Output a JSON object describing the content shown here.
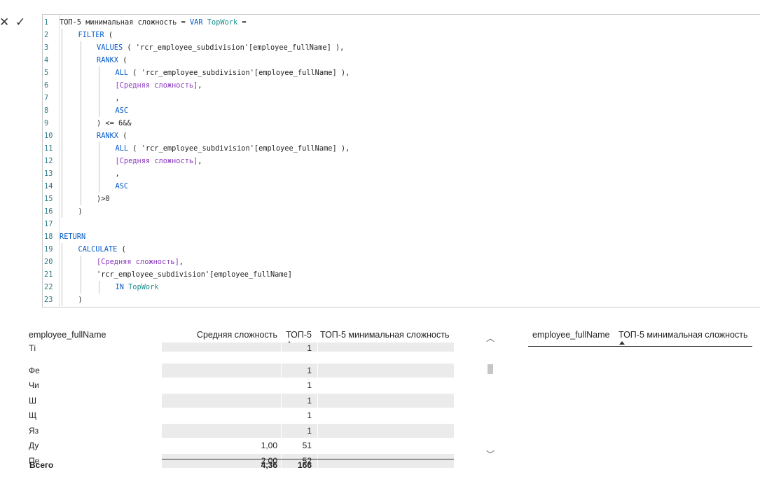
{
  "formula_bar": {
    "cancel_label": "✕",
    "commit_label": "✓",
    "lines": [
      {
        "n": "1",
        "segs": [
          {
            "t": "ТОП-5 минимальная сложность = ",
            "c": ""
          },
          {
            "t": "VAR ",
            "c": "kw"
          },
          {
            "t": "TopWork",
            "c": "var"
          },
          {
            "t": " =",
            "c": ""
          }
        ],
        "indent": 0
      },
      {
        "n": "2",
        "segs": [
          {
            "t": "FILTER",
            "c": "fn"
          },
          {
            "t": " (",
            "c": ""
          }
        ],
        "indent": 1
      },
      {
        "n": "3",
        "segs": [
          {
            "t": "VALUES",
            "c": "fn"
          },
          {
            "t": " ( 'rcr_employee_subdivision'[employee_fullName] ),",
            "c": ""
          }
        ],
        "indent": 2
      },
      {
        "n": "4",
        "segs": [
          {
            "t": "RANKX",
            "c": "fn"
          },
          {
            "t": " (",
            "c": ""
          }
        ],
        "indent": 2
      },
      {
        "n": "5",
        "segs": [
          {
            "t": "ALL",
            "c": "fn"
          },
          {
            "t": " ( 'rcr_employee_subdivision'[employee_fullName] ),",
            "c": ""
          }
        ],
        "indent": 3
      },
      {
        "n": "6",
        "segs": [
          {
            "t": "[Средняя сложность]",
            "c": "meas"
          },
          {
            "t": ",",
            "c": ""
          }
        ],
        "indent": 3
      },
      {
        "n": "7",
        "segs": [
          {
            "t": ",",
            "c": ""
          }
        ],
        "indent": 3
      },
      {
        "n": "8",
        "segs": [
          {
            "t": "ASC",
            "c": "kw"
          }
        ],
        "indent": 3
      },
      {
        "n": "9",
        "segs": [
          {
            "t": ") <= 6&&",
            "c": ""
          }
        ],
        "indent": 2
      },
      {
        "n": "10",
        "segs": [
          {
            "t": "RANKX",
            "c": "fn"
          },
          {
            "t": " (",
            "c": ""
          }
        ],
        "indent": 2
      },
      {
        "n": "11",
        "segs": [
          {
            "t": "ALL",
            "c": "fn"
          },
          {
            "t": " ( 'rcr_employee_subdivision'[employee_fullName] ),",
            "c": ""
          }
        ],
        "indent": 3
      },
      {
        "n": "12",
        "segs": [
          {
            "t": "[Средняя сложность]",
            "c": "meas"
          },
          {
            "t": ",",
            "c": ""
          }
        ],
        "indent": 3
      },
      {
        "n": "13",
        "segs": [
          {
            "t": ",",
            "c": ""
          }
        ],
        "indent": 3
      },
      {
        "n": "14",
        "segs": [
          {
            "t": "ASC",
            "c": "kw"
          }
        ],
        "indent": 3
      },
      {
        "n": "15",
        "segs": [
          {
            "t": ")>0",
            "c": ""
          }
        ],
        "indent": 2
      },
      {
        "n": "16",
        "segs": [
          {
            "t": ")",
            "c": ""
          }
        ],
        "indent": 1
      },
      {
        "n": "17",
        "segs": [],
        "indent": 0
      },
      {
        "n": "18",
        "segs": [
          {
            "t": "RETURN",
            "c": "kw"
          }
        ],
        "indent": 0
      },
      {
        "n": "19",
        "segs": [
          {
            "t": "CALCULATE",
            "c": "fn"
          },
          {
            "t": " (",
            "c": ""
          }
        ],
        "indent": 1
      },
      {
        "n": "20",
        "segs": [
          {
            "t": "[Средняя сложность]",
            "c": "meas"
          },
          {
            "t": ",",
            "c": ""
          }
        ],
        "indent": 2
      },
      {
        "n": "21",
        "segs": [
          {
            "t": "'rcr_employee_subdivision'[employee_fullName]",
            "c": ""
          }
        ],
        "indent": 2
      },
      {
        "n": "22",
        "segs": [
          {
            "t": "IN ",
            "c": "kw"
          },
          {
            "t": "TopWork",
            "c": "var"
          }
        ],
        "indent": 3
      },
      {
        "n": "23",
        "segs": [
          {
            "t": ")",
            "c": ""
          }
        ],
        "indent": 1
      }
    ]
  },
  "table1": {
    "headers": {
      "name": "employee_fullName",
      "avg": "Средняя сложность",
      "top5": "ТОП-5",
      "top5min": "ТОП-5 минимальная сложность"
    },
    "rows": [
      {
        "name": "Тi",
        "avg": "",
        "top5": "1",
        "top5min": ""
      },
      {
        "name": "Фе",
        "avg": "",
        "top5": "1",
        "top5min": ""
      },
      {
        "name": "Чи",
        "avg": "",
        "top5": "1",
        "top5min": ""
      },
      {
        "name": "Ш",
        "avg": "",
        "top5": "1",
        "top5min": ""
      },
      {
        "name": "Щ",
        "avg": "",
        "top5": "1",
        "top5min": ""
      },
      {
        "name": "Яз",
        "avg": "",
        "top5": "1",
        "top5min": ""
      },
      {
        "name": "Ду",
        "avg": "1,00",
        "top5": "51",
        "top5min": ""
      },
      {
        "name": "Пе",
        "avg": "2,00",
        "top5": "52",
        "top5min": ""
      }
    ],
    "total": {
      "name": "Всего",
      "avg": "4,36",
      "top5": "166",
      "top5min": ""
    }
  },
  "table2": {
    "headers": {
      "name": "employee_fullName",
      "top5min": "ТОП-5 минимальная сложность"
    }
  },
  "icons": {
    "scroll_up": "chevron-up-icon",
    "scroll_down": "chevron-down-icon",
    "sort": "sort-ascending-icon"
  }
}
